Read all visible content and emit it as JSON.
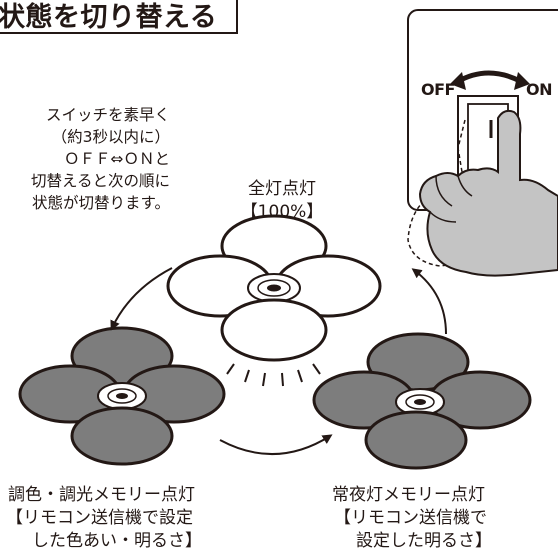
{
  "heading": "状態を切り替える",
  "instructions": [
    "スイッチを素早く",
    "（約3秒以内に）",
    "ＯＦＦ⇔ＯＮと",
    "切替えると次の順に",
    "状態が切替ります。"
  ],
  "states": {
    "full": {
      "name": "全灯点灯",
      "detail": "【100%】"
    },
    "memory": {
      "name": "調色・調光メモリー点灯",
      "detail_1": "【リモコン送信機で設定",
      "detail_2": "した色あい・明るさ】"
    },
    "night": {
      "name": "常夜灯メモリー点灯",
      "detail_1": "【リモコン送信機で",
      "detail_2": "設定した明るさ】"
    }
  },
  "switch": {
    "off_label": "OFF",
    "on_label": "ON"
  },
  "colors": {
    "line": "#231815",
    "lamp_on": "#ffffff",
    "lamp_off": "#7d7d7d",
    "hand": "#c4c4c4"
  }
}
